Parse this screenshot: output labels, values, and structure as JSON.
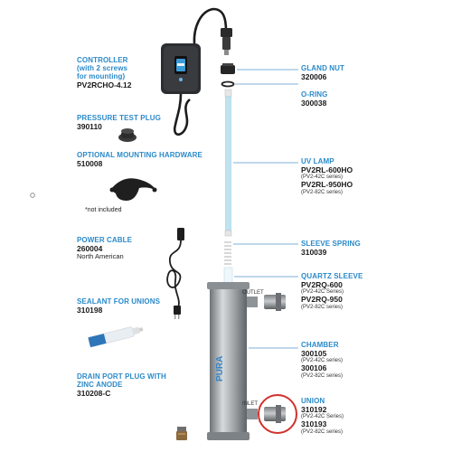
{
  "colors": {
    "title": "#2b8ac9",
    "leader": "#7fb2da",
    "highlight": "#d0312d",
    "lamp": "#bfe3ef",
    "chamber": "#9aa0a4"
  },
  "left": {
    "controller": {
      "title_lines": [
        "CONTROLLER",
        "(with 2 screws",
        "for mounting)"
      ],
      "part": "PV2RCHO-4.12"
    },
    "pressure_plug": {
      "title": "PRESSURE TEST PLUG",
      "part": "390110"
    },
    "mounting": {
      "title": "OPTIONAL MOUNTING HARDWARE",
      "part": "510008",
      "note": "*not included"
    },
    "power_cable": {
      "title": "POWER CABLE",
      "part": "260004",
      "desc": "North American"
    },
    "sealant": {
      "title": "SEALANT FOR UNIONS",
      "part": "310198"
    },
    "drain": {
      "title_lines": [
        "DRAIN PORT PLUG WITH",
        "ZINC ANODE"
      ],
      "part": "310208-C"
    }
  },
  "right": {
    "gland_nut": {
      "title": "GLAND NUT",
      "part": "320006"
    },
    "o_ring": {
      "title": "O-RING",
      "part": "300038"
    },
    "uv_lamp": {
      "title": "UV LAMP",
      "entries": [
        {
          "part": "PV2RL-600HO",
          "series": "(PV2-42C series)"
        },
        {
          "part": "PV2RL-950HO",
          "series": "(PV2-82C series)"
        }
      ]
    },
    "sleeve_spring": {
      "title": "SLEEVE SPRING",
      "part": "310039"
    },
    "quartz_sleeve": {
      "title": "QUARTZ SLEEVE",
      "entries": [
        {
          "part": "PV2RQ-600",
          "series": "(PV2-42C Series)"
        },
        {
          "part": "PV2RQ-950",
          "series": "(PV2-82C series)"
        }
      ]
    },
    "chamber": {
      "title": "CHAMBER",
      "entries": [
        {
          "part": "300105",
          "series": "(PV2-42C series)"
        },
        {
          "part": "300106",
          "series": "(PV2-82C series)"
        }
      ]
    },
    "union": {
      "title": "UNION",
      "entries": [
        {
          "part": "310192",
          "series": "(PV2-42C Series)"
        },
        {
          "part": "310193",
          "series": "(PV2-82C series)"
        }
      ]
    }
  },
  "diagram": {
    "outlet_label": "OUTLET",
    "inlet_label": "INLET",
    "chamber_brand": "PURA"
  }
}
